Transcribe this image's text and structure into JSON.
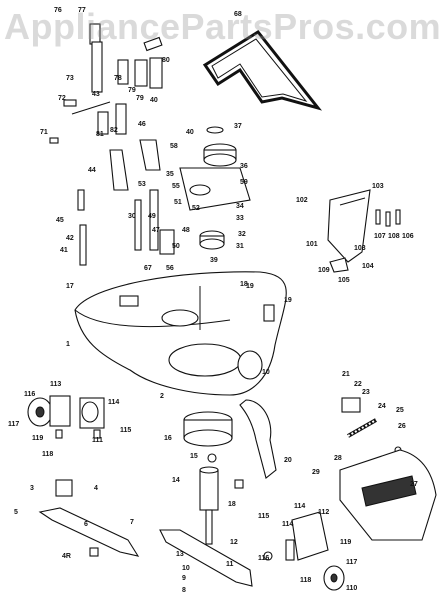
{
  "watermark": "AppliancePartsPros.com",
  "colors": {
    "ink": "#111111",
    "watermark": "#969696",
    "paper": "#ffffff"
  },
  "callouts": [
    {
      "key": "c76",
      "text": "76"
    },
    {
      "key": "c77",
      "text": "77"
    },
    {
      "key": "c68",
      "text": "68"
    },
    {
      "key": "c80",
      "text": "80"
    },
    {
      "key": "c73",
      "text": "73"
    },
    {
      "key": "c78",
      "text": "78"
    },
    {
      "key": "c79a",
      "text": "79"
    },
    {
      "key": "c79b",
      "text": "79"
    },
    {
      "key": "c40a",
      "text": "40"
    },
    {
      "key": "c72",
      "text": "72"
    },
    {
      "key": "c43",
      "text": "43"
    },
    {
      "key": "c71",
      "text": "71"
    },
    {
      "key": "c81",
      "text": "81"
    },
    {
      "key": "c82",
      "text": "82"
    },
    {
      "key": "c46",
      "text": "46"
    },
    {
      "key": "c44",
      "text": "44"
    },
    {
      "key": "c40b",
      "text": "40"
    },
    {
      "key": "c37",
      "text": "37"
    },
    {
      "key": "c36",
      "text": "36"
    },
    {
      "key": "c58",
      "text": "58"
    },
    {
      "key": "c59",
      "text": "59"
    },
    {
      "key": "c55",
      "text": "55"
    },
    {
      "key": "c35",
      "text": "35"
    },
    {
      "key": "c34",
      "text": "34"
    },
    {
      "key": "c33",
      "text": "33"
    },
    {
      "key": "c32",
      "text": "32"
    },
    {
      "key": "c31",
      "text": "31"
    },
    {
      "key": "c53",
      "text": "53"
    },
    {
      "key": "c51",
      "text": "51"
    },
    {
      "key": "c49",
      "text": "49"
    },
    {
      "key": "c50",
      "text": "50"
    },
    {
      "key": "c48",
      "text": "48"
    },
    {
      "key": "c47",
      "text": "47"
    },
    {
      "key": "c30",
      "text": "30"
    },
    {
      "key": "c39",
      "text": "39"
    },
    {
      "key": "c52",
      "text": "52"
    },
    {
      "key": "c45",
      "text": "45"
    },
    {
      "key": "c42",
      "text": "42"
    },
    {
      "key": "c41",
      "text": "41"
    },
    {
      "key": "c67",
      "text": "67"
    },
    {
      "key": "c56",
      "text": "56"
    },
    {
      "key": "c17",
      "text": "17"
    },
    {
      "key": "c18a",
      "text": "18"
    },
    {
      "key": "c19a",
      "text": "19"
    },
    {
      "key": "c19b",
      "text": "19"
    },
    {
      "key": "c1",
      "text": "1"
    },
    {
      "key": "c10",
      "text": "10"
    },
    {
      "key": "c102",
      "text": "102"
    },
    {
      "key": "c103a",
      "text": "103"
    },
    {
      "key": "c107",
      "text": "107"
    },
    {
      "key": "c108",
      "text": "108"
    },
    {
      "key": "c106",
      "text": "106"
    },
    {
      "key": "c101",
      "text": "101"
    },
    {
      "key": "c103b",
      "text": "103"
    },
    {
      "key": "c104",
      "text": "104"
    },
    {
      "key": "c105",
      "text": "105"
    },
    {
      "key": "c109",
      "text": "109"
    },
    {
      "key": "c21",
      "text": "21"
    },
    {
      "key": "c22",
      "text": "22"
    },
    {
      "key": "c23",
      "text": "23"
    },
    {
      "key": "c24",
      "text": "24"
    },
    {
      "key": "c25",
      "text": "25"
    },
    {
      "key": "c26",
      "text": "26"
    },
    {
      "key": "c113",
      "text": "113"
    },
    {
      "key": "c116a",
      "text": "116"
    },
    {
      "key": "c114a",
      "text": "114"
    },
    {
      "key": "c117a",
      "text": "117"
    },
    {
      "key": "c119a",
      "text": "119"
    },
    {
      "key": "c111",
      "text": "111"
    },
    {
      "key": "c115a",
      "text": "115"
    },
    {
      "key": "c118a",
      "text": "118"
    },
    {
      "key": "c2",
      "text": "2"
    },
    {
      "key": "c16",
      "text": "16"
    },
    {
      "key": "c15",
      "text": "15"
    },
    {
      "key": "c14",
      "text": "14"
    },
    {
      "key": "c20",
      "text": "20"
    },
    {
      "key": "c29",
      "text": "29"
    },
    {
      "key": "c28",
      "text": "28"
    },
    {
      "key": "c27",
      "text": "27"
    },
    {
      "key": "c18b",
      "text": "18"
    },
    {
      "key": "c3",
      "text": "3"
    },
    {
      "key": "c4",
      "text": "4"
    },
    {
      "key": "c5",
      "text": "5"
    },
    {
      "key": "c6",
      "text": "6"
    },
    {
      "key": "c7",
      "text": "7"
    },
    {
      "key": "c4r",
      "text": "4R"
    },
    {
      "key": "c13",
      "text": "13"
    },
    {
      "key": "c12",
      "text": "12"
    },
    {
      "key": "c11",
      "text": "11"
    },
    {
      "key": "c10b",
      "text": "10"
    },
    {
      "key": "c9",
      "text": "9"
    },
    {
      "key": "c8",
      "text": "8"
    },
    {
      "key": "c114b",
      "text": "114"
    },
    {
      "key": "c115b",
      "text": "115"
    },
    {
      "key": "c114c",
      "text": "114"
    },
    {
      "key": "c112",
      "text": "112"
    },
    {
      "key": "c116b",
      "text": "116"
    },
    {
      "key": "c119b",
      "text": "119"
    },
    {
      "key": "c117b",
      "text": "117"
    },
    {
      "key": "c118b",
      "text": "118"
    },
    {
      "key": "c110",
      "text": "110"
    }
  ]
}
